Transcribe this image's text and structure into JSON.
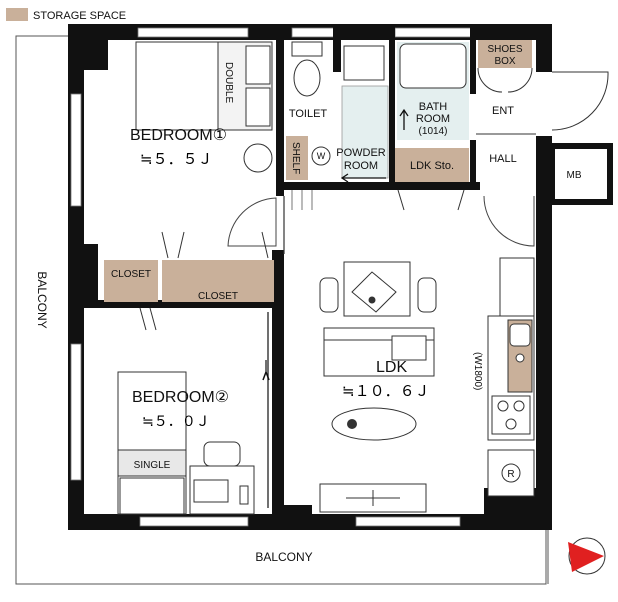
{
  "legend": {
    "swatch_color": "#c9b09a",
    "label": "STORAGE SPACE"
  },
  "rooms": {
    "bedroom1": {
      "name": "BEDROOM①",
      "area": "≒５．５Ｊ"
    },
    "bedroom2": {
      "name": "BEDROOM②",
      "area": "≒５．０Ｊ"
    },
    "ldk": {
      "name": "LDK",
      "area": "≒１０．６Ｊ"
    },
    "toilet": "TOILET",
    "bathroom": {
      "name": "BATH",
      "name2": "ROOM",
      "size": "(1014)"
    },
    "powder_room": {
      "line1": "POWDER",
      "line2": "ROOM"
    },
    "shelf": "SHELF",
    "washer": "W",
    "ldk_storage": "LDK Sto.",
    "shoes_box": {
      "line1": "SHOES",
      "line2": "BOX"
    },
    "entrance": "ENT",
    "hall": "HALL",
    "mb": "MB",
    "closet_small": "CLOSET",
    "closet_large": "CLOSET",
    "fridge": "R",
    "kitchen_width": "(W1800)"
  },
  "furniture": {
    "double_bed": "DOUBLE",
    "single_bed": "SINGLE"
  },
  "balcony": {
    "left": "BALCONY",
    "bottom": "BALCONY"
  },
  "colors": {
    "wall": "#111111",
    "storage": "#c9b09a",
    "compass": "#e02020",
    "floor": "#ffffff"
  }
}
